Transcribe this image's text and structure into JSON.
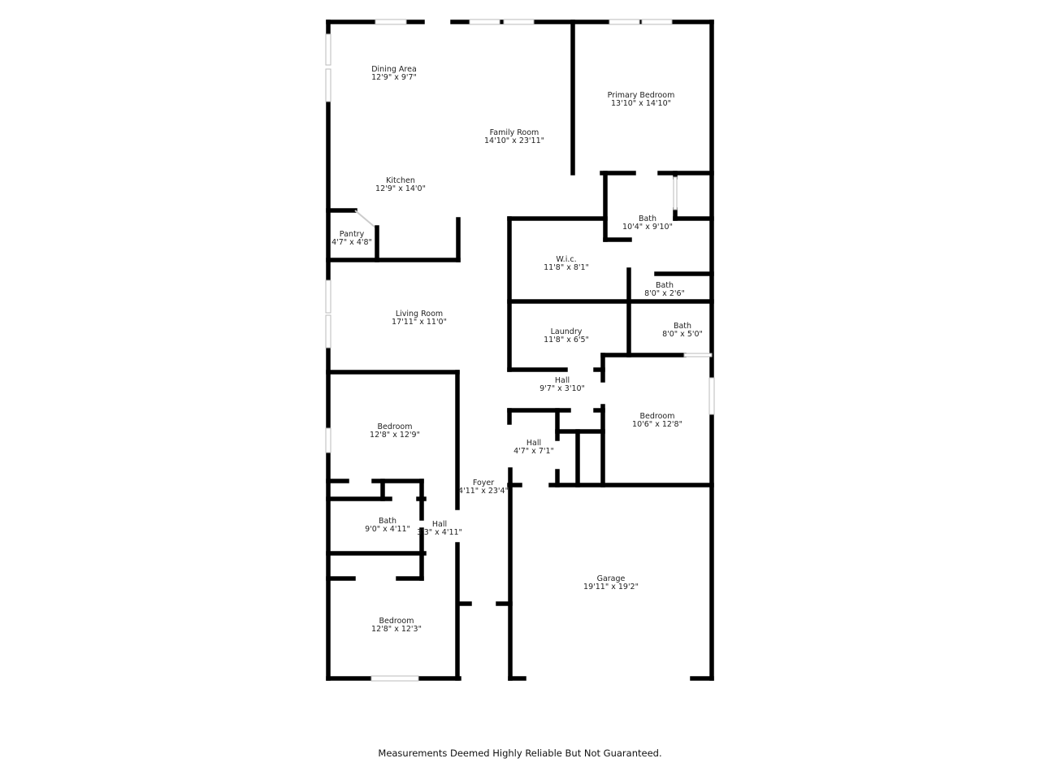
{
  "rooms": [
    {
      "name": "Dining Area",
      "dims": "12'9\" x 9'7\""
    },
    {
      "name": "Primary Bedroom",
      "dims": "13'10\" x 14'10\""
    },
    {
      "name": "Family Room",
      "dims": "14'10\" x 23'11\""
    },
    {
      "name": "Kitchen",
      "dims": "12'9\" x 14'0\""
    },
    {
      "name": "Bath",
      "dims": "10'4\" x 9'10\""
    },
    {
      "name": "Pantry",
      "dims": "4'7\" x 4'8\""
    },
    {
      "name": "W.i.c.",
      "dims": "11'8\" x 8'1\""
    },
    {
      "name": "Bath",
      "dims": "8'0\" x 2'6\""
    },
    {
      "name": "Living Room",
      "dims": "17'11\" x 11'0\""
    },
    {
      "name": "Laundry",
      "dims": "11'8\" x 6'5\""
    },
    {
      "name": "Bath",
      "dims": "8'0\" x 5'0\""
    },
    {
      "name": "Hall",
      "dims": "9'7\" x 3'10\""
    },
    {
      "name": "Bedroom",
      "dims": "12'8\" x 12'9\""
    },
    {
      "name": "Bedroom",
      "dims": "10'6\" x 12'8\""
    },
    {
      "name": "Hall",
      "dims": "4'7\" x 7'1\""
    },
    {
      "name": "Foyer",
      "dims": "4'11\" x 23'4\""
    },
    {
      "name": "Bath",
      "dims": "9'0\" x 4'11\""
    },
    {
      "name": "Hall",
      "dims": "3'3\" x 4'11\""
    },
    {
      "name": "Garage",
      "dims": "19'11\" x 19'2\""
    },
    {
      "name": "Bedroom",
      "dims": "12'8\" x 12'3\""
    }
  ],
  "footer": "Measurements Deemed Highly Reliable But Not Guaranteed."
}
